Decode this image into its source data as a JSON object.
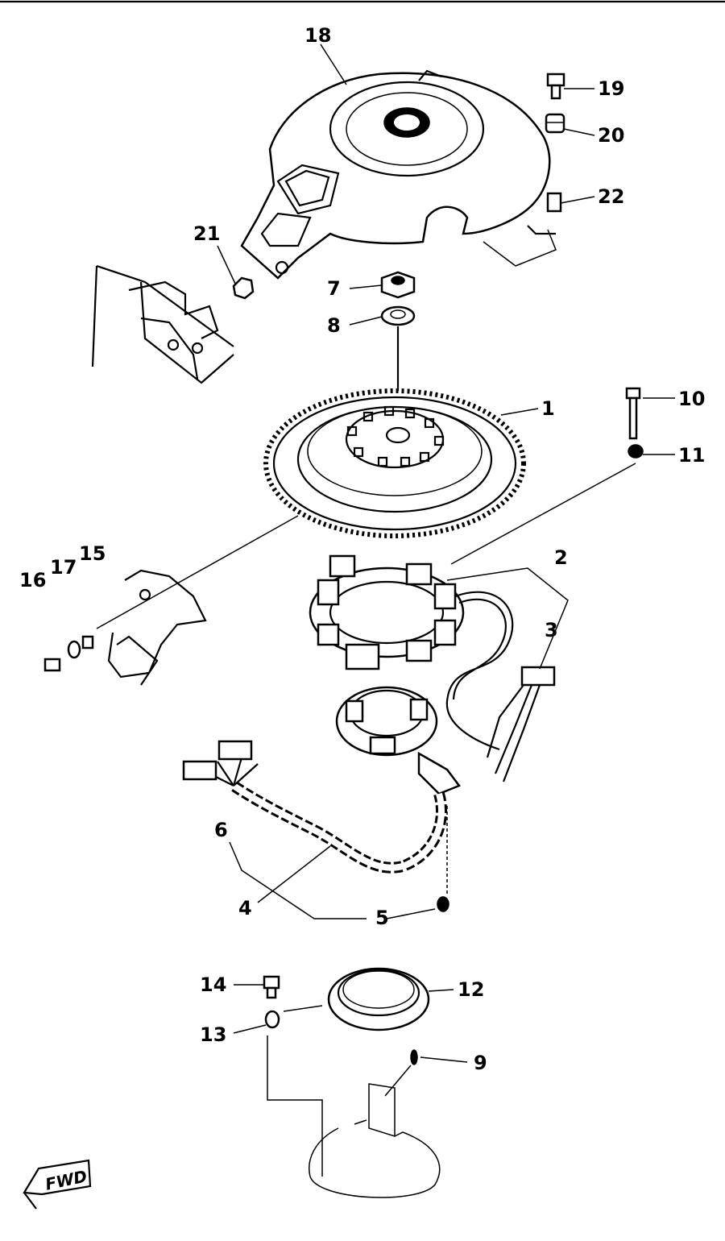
{
  "diagram": {
    "callouts": [
      "18",
      "19",
      "20",
      "22",
      "21",
      "7",
      "8",
      "1",
      "10",
      "11",
      "2",
      "3",
      "15",
      "17",
      "16",
      "6",
      "4",
      "5",
      "14",
      "12",
      "13",
      "9"
    ],
    "fwd_label": "FWD"
  }
}
